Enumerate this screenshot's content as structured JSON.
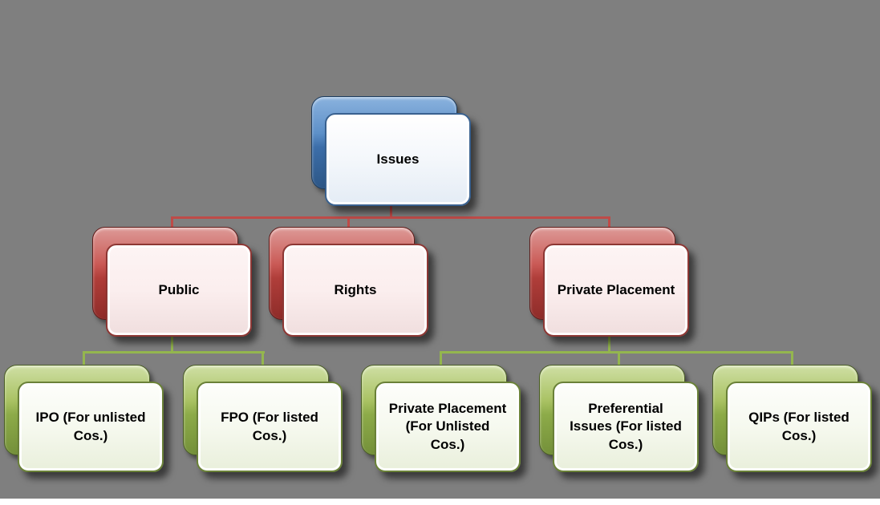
{
  "diagram": {
    "type": "hierarchy-org-chart",
    "background": "#7f7f7f",
    "colors": {
      "level1": "#4f81bd",
      "level2": "#c0504d",
      "level3": "#9bbb59",
      "connector_level2": "#be4b48",
      "connector_level3": "#94b64e"
    },
    "nodes": {
      "issues": {
        "label": "Issues",
        "level": 1
      },
      "public": {
        "label": "Public",
        "level": 2
      },
      "rights": {
        "label": "Rights",
        "level": 2
      },
      "private_placement": {
        "label": "Private Placement",
        "level": 2
      },
      "ipo": {
        "label": "IPO (For unlisted Cos.)",
        "level": 3
      },
      "fpo": {
        "label": "FPO (For listed Cos.)",
        "level": 3
      },
      "pp_unlisted": {
        "label": "Private Placement (For Unlisted Cos.)",
        "level": 3
      },
      "preferential": {
        "label": "Preferential Issues (For listed Cos.)",
        "level": 3
      },
      "qips": {
        "label": "QIPs (For listed Cos.)",
        "level": 3
      }
    },
    "edges": [
      {
        "from": "issues",
        "to": "public"
      },
      {
        "from": "issues",
        "to": "rights"
      },
      {
        "from": "issues",
        "to": "private_placement"
      },
      {
        "from": "public",
        "to": "ipo"
      },
      {
        "from": "public",
        "to": "fpo"
      },
      {
        "from": "private_placement",
        "to": "pp_unlisted"
      },
      {
        "from": "private_placement",
        "to": "preferential"
      },
      {
        "from": "private_placement",
        "to": "qips"
      }
    ]
  }
}
